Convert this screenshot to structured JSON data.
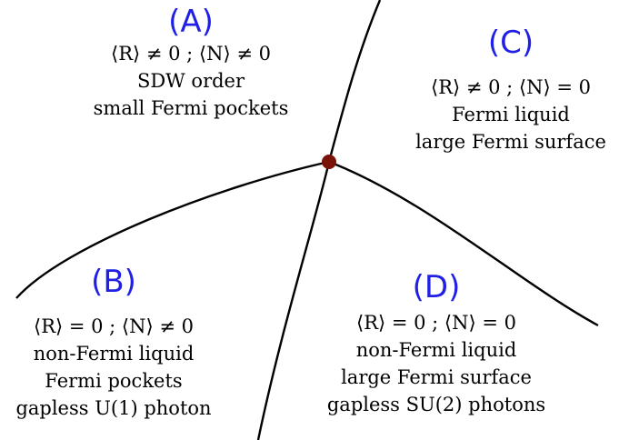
{
  "regions": {
    "A": {
      "letter": "(A)",
      "condition": "⟨R⟩ ≠ 0  ;  ⟨N⟩ ≠ 0",
      "lines": [
        "SDW order",
        "small Fermi pockets"
      ]
    },
    "B": {
      "letter": "(B)",
      "condition": "⟨R⟩ = 0  ;  ⟨N⟩ ≠ 0",
      "lines": [
        "non-Fermi liquid",
        "Fermi pockets",
        "gapless U(1) photon"
      ]
    },
    "C": {
      "letter": "(C)",
      "condition": "⟨R⟩ ≠ 0  ;  ⟨N⟩ = 0",
      "lines": [
        "Fermi liquid",
        "large Fermi surface"
      ]
    },
    "D": {
      "letter": "(D)",
      "condition": "⟨R⟩ = 0  ;  ⟨N⟩ = 0",
      "lines": [
        "non-Fermi liquid",
        "large Fermi surface",
        "gapless SU(2) photons"
      ]
    }
  },
  "colors": {
    "label": "#1f1fe6",
    "critical_point": "#7a1208",
    "lines": "#000000"
  }
}
